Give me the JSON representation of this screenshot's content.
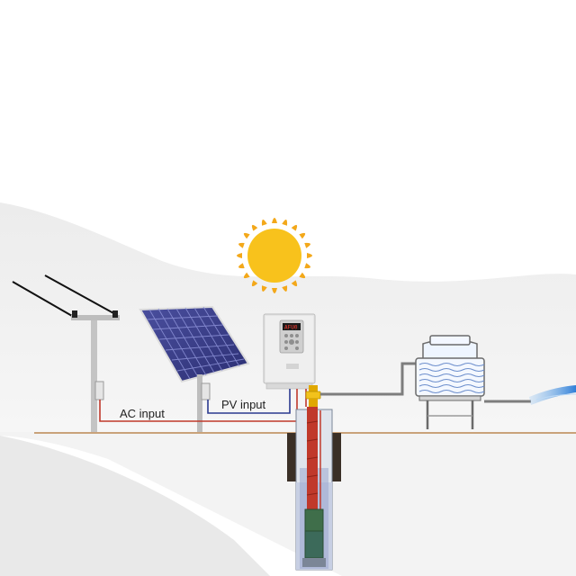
{
  "labels": {
    "ac_input": "AC input",
    "pv_input": "PV input",
    "inverter_display": "AFU0"
  },
  "colors": {
    "sun": "#f8c21c",
    "sun_rays": "#f3a81a",
    "solar_panel": "#3b3f8c",
    "ac_wire": "#c0392b",
    "pv_wire": "#2b3a8f",
    "pipe": "#7d7d7d",
    "ground": "#c9a27a",
    "water": "#3d8be0",
    "pump_riser": "#c0392b"
  },
  "icons": [
    "power-pole-icon",
    "solar-panel-icon",
    "sun-icon",
    "inverter-icon",
    "water-tank-icon",
    "borehole-pump-icon"
  ]
}
